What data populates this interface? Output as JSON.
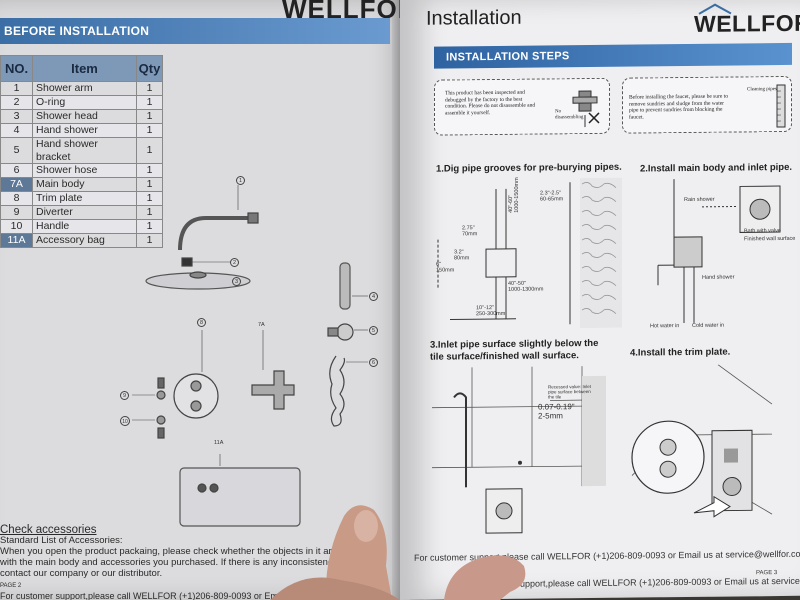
{
  "left_page": {
    "brand": "WELLFOR",
    "banner": "BEFORE INSTALLATION",
    "table": {
      "headers": [
        "NO.",
        "Item",
        "Qty"
      ],
      "rows": [
        [
          "1",
          "Shower arm",
          "1"
        ],
        [
          "2",
          "O-ring",
          "1"
        ],
        [
          "3",
          "Shower head",
          "1"
        ],
        [
          "4",
          "Hand shower",
          "1"
        ],
        [
          "5",
          "Hand shower bracket",
          "1"
        ],
        [
          "6",
          "Shower hose",
          "1"
        ],
        [
          "7A",
          "Main body",
          "1"
        ],
        [
          "8",
          "Trim plate",
          "1"
        ],
        [
          "9",
          "Diverter",
          "1"
        ],
        [
          "10",
          "Handle",
          "1"
        ],
        [
          "11A",
          "Accessory bag",
          "1"
        ]
      ]
    },
    "callouts": [
      "1",
      "2",
      "3",
      "4",
      "5",
      "6",
      "8",
      "7A",
      "9",
      "10",
      "11A"
    ],
    "check_title": "Check accessories",
    "check_subtitle": "Standard List of Accessories:",
    "check_body": "When you open the product packaing, please check whether the objects in it are consistent with the main body and accessories you purchased. If there is any inconsistency, please contact our company or our distributor.",
    "page_label": "PAGE 2",
    "footer": "For customer support,please call WELLFOR (+1)206-809-0093 or Email us at service@"
  },
  "right_page": {
    "title": "Installation",
    "brand": "WELLFOR",
    "banner": "INSTALLATION STEPS",
    "notice1_text": "This product has been inspected and debugged by the factory to the best condition. Please do not disassemble and assemble it yourself.",
    "notice1_label": "No disassembling",
    "notice2_text": "Before installing the faucet, please be sure to remove sundries and sludge from the water pipe to prevent sundries from blocking the faucet.",
    "notice2_label": "Cleaning pipes",
    "step1": "1.Dig pipe grooves for pre-burying pipes.",
    "step2": "2.Install main body and inlet pipe.",
    "step3": "3.Inlet pipe surface slightly below the tile surface/finished wall surface.",
    "step4": "4.Install the trim plate.",
    "dims": {
      "d1": "2.3\"-2.5\"\n60-65mm",
      "d2": "2.75\"\n70mm",
      "d3": "40\"-60\"\n1000-1500mm",
      "d4": "3.2\"\n80mm",
      "d5": "6\"\n150mm",
      "d6": "40\"-50\"\n1000-1300mm",
      "d7": "10\"-12\"\n250-300mm",
      "d8": "0.07-0.19\"\n2-5mm"
    },
    "step2_labels": [
      "Rain shower",
      "Bath with valve",
      "Finished wall surface",
      "Hand shower",
      "Hot water in",
      "Cold water in"
    ],
    "step3_label": "Recessed value: Inlet pipe surface between the tile",
    "footer": "For customer support,please call WELLFOR (+1)206-809-0093 or Email us at service@wellfor.com",
    "page_label": "PAGE 3"
  }
}
